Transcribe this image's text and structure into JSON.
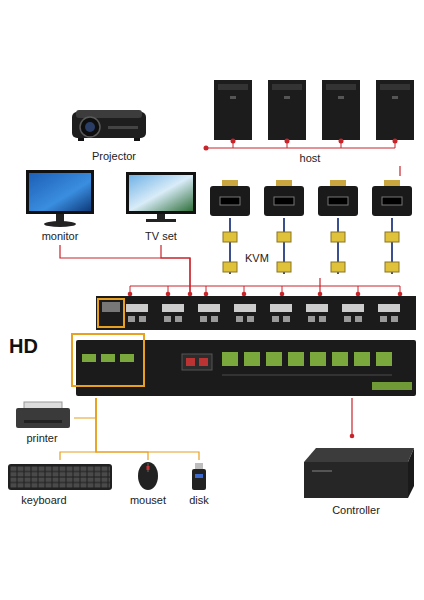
{
  "diagram": {
    "nodes": [
      {
        "text": [
          "Projector"
        ]
      },
      {
        "text": [
          "host"
        ]
      },
      {
        "text": [
          "monitor"
        ]
      },
      {
        "text": [
          "TV set"
        ]
      },
      {
        "text": [
          "KVM"
        ]
      },
      {
        "text": [
          "HD"
        ]
      },
      {
        "text": [
          "printer"
        ]
      },
      {
        "text": [
          "keyboard"
        ]
      },
      {
        "text": [
          "mouset"
        ]
      },
      {
        "text": [
          "disk"
        ]
      },
      {
        "text": [
          "Controller"
        ]
      }
    ],
    "edges": [
      {
        "from": 1,
        "to": 4,
        "arrow": "none"
      },
      {
        "from": 4,
        "to": 5,
        "arrow": "none"
      },
      {
        "from": 2,
        "to": 5,
        "arrow": "none"
      },
      {
        "from": 3,
        "to": 5,
        "arrow": "none"
      },
      {
        "from": 5,
        "to": 6,
        "arrow": "none"
      },
      {
        "from": 5,
        "to": 7,
        "arrow": "none"
      },
      {
        "from": 5,
        "to": 8,
        "arrow": "none"
      },
      {
        "from": 5,
        "to": 9,
        "arrow": "none"
      },
      {
        "from": 5,
        "to": 10,
        "arrow": "none"
      }
    ]
  }
}
